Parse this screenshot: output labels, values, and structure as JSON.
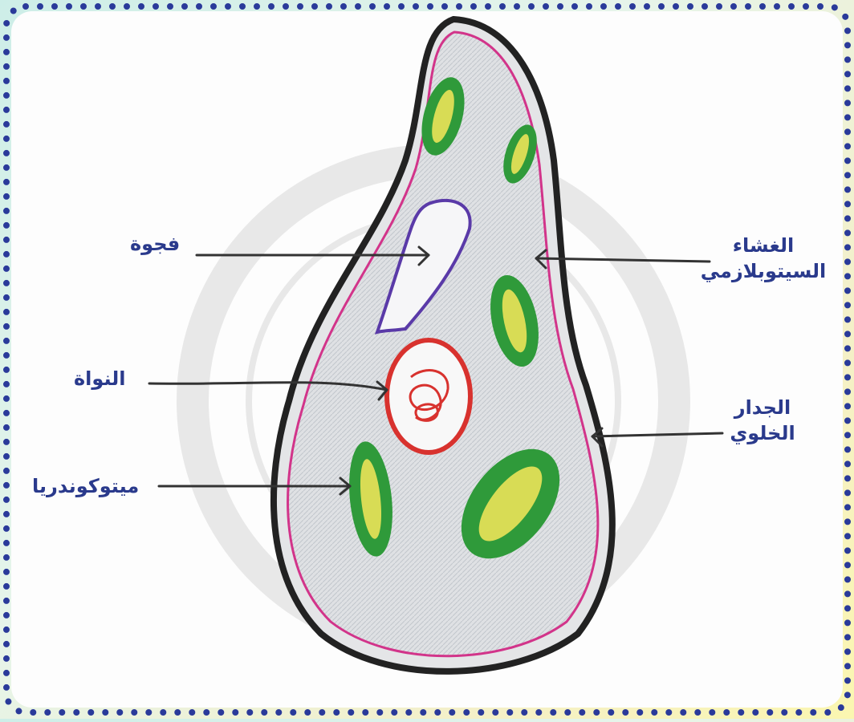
{
  "labels": {
    "vacuole": "فجوة",
    "nucleus": "النواة",
    "mitochondria": "ميتوكوندريا",
    "membrane_line1": "الغشاء",
    "membrane_line2": "السيتوبلازمي",
    "wall_line1": "الجدار",
    "wall_line2": "الخلوي"
  },
  "colors": {
    "label_text": "#2a3a8c",
    "border_dots": "#2a3a9a",
    "cell_wall": "#222222",
    "membrane": "#d2348a",
    "cytoplasm": "#d8dadd",
    "nucleus": "#d8322e",
    "vacuole": "#5a3aa8",
    "mitochondria_outer": "#2f9a3a",
    "mitochondria_inner": "#d8dc55"
  }
}
